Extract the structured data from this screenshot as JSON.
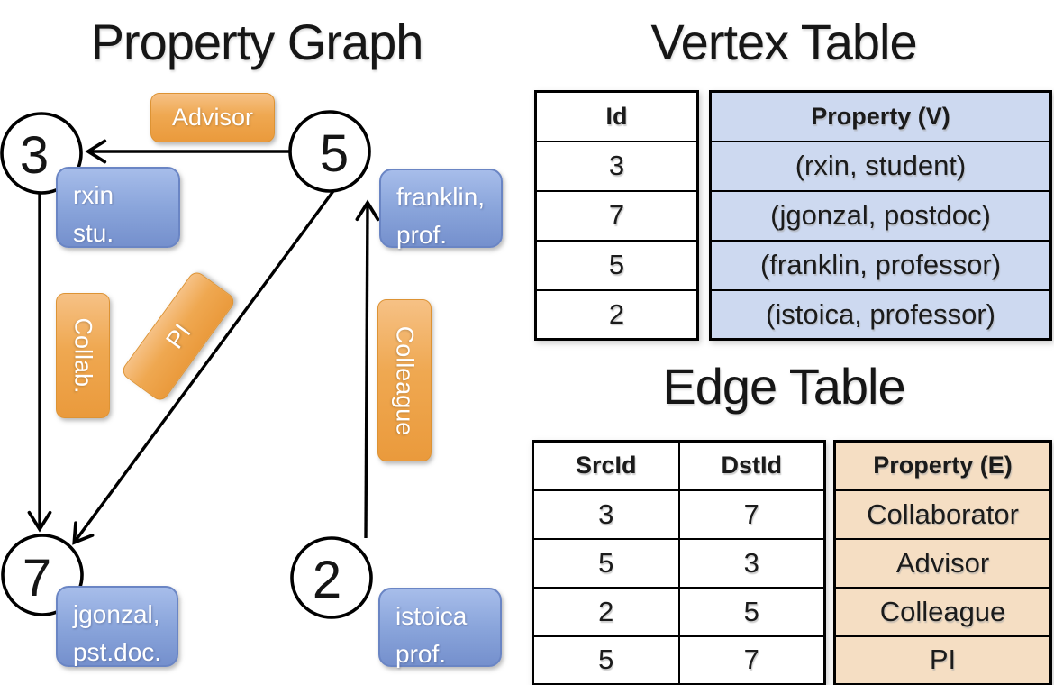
{
  "graph": {
    "title": "Property Graph",
    "nodes": [
      {
        "id": "3",
        "prop_line1": "rxin",
        "prop_line2": "stu."
      },
      {
        "id": "5",
        "prop_line1": "franklin,",
        "prop_line2": "prof."
      },
      {
        "id": "7",
        "prop_line1": "jgonzal,",
        "prop_line2": "pst.doc."
      },
      {
        "id": "2",
        "prop_line1": "istoica",
        "prop_line2": "prof."
      }
    ],
    "edges": [
      {
        "label": "Advisor",
        "from": "5",
        "to": "3"
      },
      {
        "label": "Collab.",
        "from": "3",
        "to": "7"
      },
      {
        "label": "PI",
        "from": "5",
        "to": "7"
      },
      {
        "label": "Colleague",
        "from": "2",
        "to": "5"
      }
    ]
  },
  "vertex_table": {
    "title": "Vertex Table",
    "columns": [
      "Id",
      "Property (V)"
    ],
    "rows": [
      [
        "3",
        "(rxin, student)"
      ],
      [
        "7",
        "(jgonzal, postdoc)"
      ],
      [
        "5",
        "(franklin, professor)"
      ],
      [
        "2",
        "(istoica, professor)"
      ]
    ]
  },
  "edge_table": {
    "title": "Edge Table",
    "columns": [
      "SrcId",
      "DstId",
      "Property (E)"
    ],
    "rows": [
      [
        "3",
        "7",
        "Collaborator"
      ],
      [
        "5",
        "3",
        "Advisor"
      ],
      [
        "2",
        "5",
        "Colleague"
      ],
      [
        "5",
        "7",
        "PI"
      ]
    ]
  },
  "colors": {
    "edge_label_orange": "#EFA851",
    "vertex_label_blue": "#8AA5DB",
    "vertex_table_fill": "#CDD9F0",
    "edge_table_fill": "#F5DEC3",
    "line_black": "#000000"
  }
}
